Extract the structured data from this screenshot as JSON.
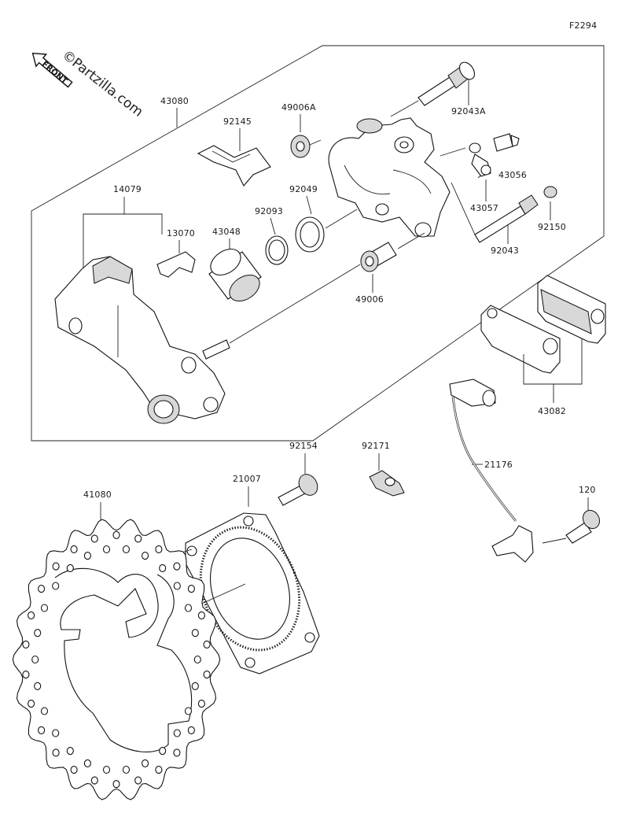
{
  "figure_code": "F2294",
  "watermark": "Partzilla.com",
  "watermark_symbol": "©",
  "front_label": "FRONT",
  "parts": {
    "p43080": "43080",
    "p92145": "92145",
    "p49006A": "49006A",
    "p92043A": "92043A",
    "p43056": "43056",
    "p14079": "14079",
    "p92049": "92049",
    "p92093": "92093",
    "p43048": "43048",
    "p13070": "13070",
    "p43057": "43057",
    "p92150": "92150",
    "p92043": "92043",
    "p49006": "49006",
    "p43082": "43082",
    "p92154": "92154",
    "p92171": "92171",
    "p21007": "21007",
    "p21176": "21176",
    "p41080": "41080",
    "p120": "120"
  }
}
